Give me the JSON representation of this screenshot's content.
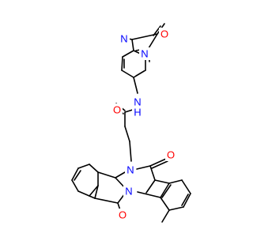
{
  "structure": {
    "type": "skeletal-formula",
    "atom_labels": {
      "o_imidazolone": "O",
      "n_methyl_left": "N",
      "n_methyl_right": "N",
      "n_amide": "N",
      "h_amide": "H",
      "o_amide": "O",
      "n_quinazoline": "N",
      "o_quinazolinone": "O",
      "n_bridge": "N",
      "o_isoindolone": "O"
    },
    "colors": {
      "bond": "#000000",
      "nitrogen": "#0000ff",
      "oxygen": "#ff0000"
    }
  }
}
